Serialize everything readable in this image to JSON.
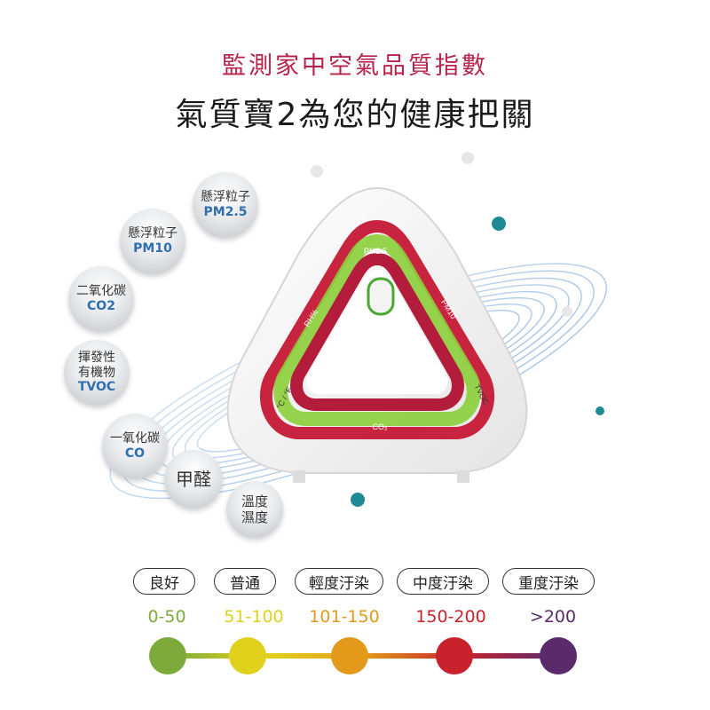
{
  "header": {
    "subtitle": "監測家中空氣品質指數",
    "title": "氣質寶2為您的健康把關"
  },
  "sensors": [
    {
      "zh": "懸浮粒子",
      "en": "PM2.5"
    },
    {
      "zh": "懸浮粒子",
      "en": "PM10"
    },
    {
      "zh": "二氧化碳",
      "en": "CO2"
    },
    {
      "zh": "揮發性\n有機物",
      "en": "TVOC"
    },
    {
      "zh": "一氧化碳",
      "en": "CO"
    },
    {
      "zh": "甲醛",
      "en": ""
    },
    {
      "zh": "溫度\n濕度",
      "en": ""
    }
  ],
  "device": {
    "labels": {
      "pm25": "PM2.5",
      "pm10": "PM10",
      "tvoc": "TVOC",
      "co2": "CO₂",
      "temp": "°C / °F",
      "rh": "RH%"
    },
    "ring_colors": {
      "green": "#8ccf3a",
      "red": "#c8233f"
    }
  },
  "levels": [
    {
      "label": "良好",
      "range": "0-50",
      "color": "#7cab3c"
    },
    {
      "label": "普通",
      "range": "51-100",
      "color": "#e0d21c"
    },
    {
      "label": "輕度汙染",
      "range": "101-150",
      "color": "#e39a1a"
    },
    {
      "label": "中度汙染",
      "range": "150-200",
      "color": "#c8232d"
    },
    {
      "label": "重度汙染",
      "range": ">200",
      "color": "#5a2a6b"
    }
  ]
}
